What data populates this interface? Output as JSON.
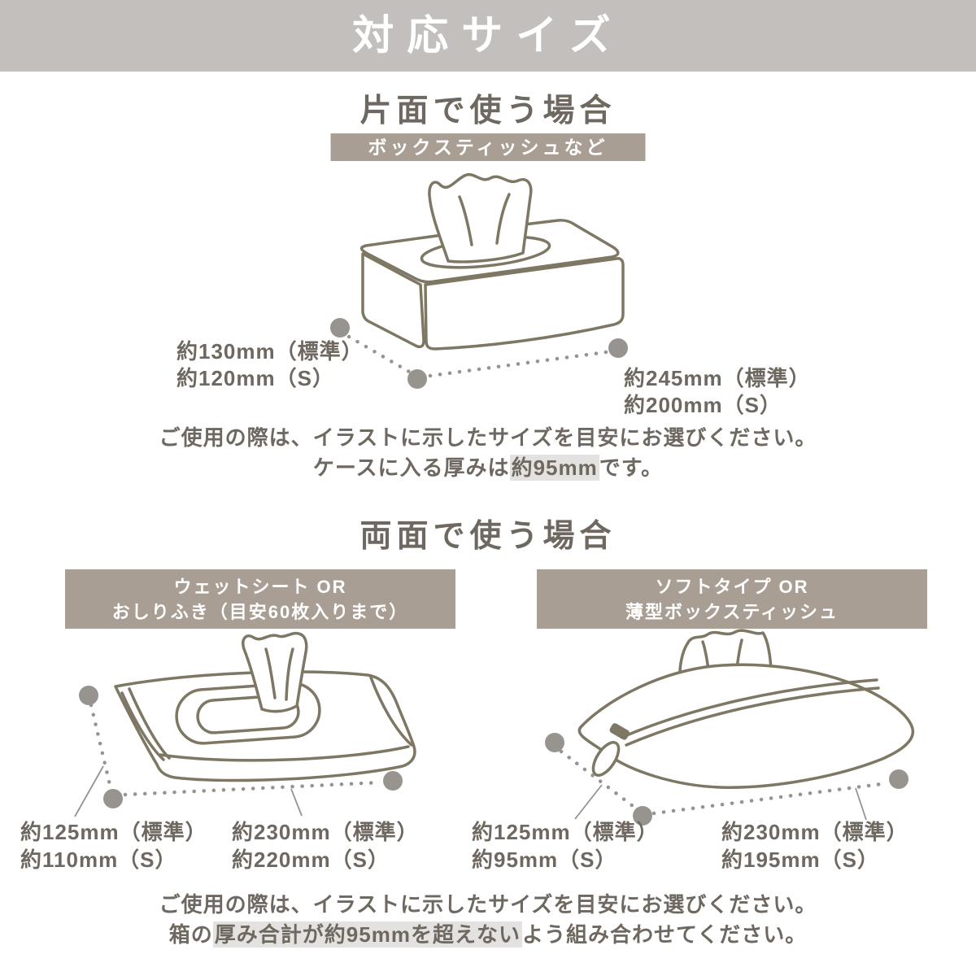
{
  "title": "対応サイズ",
  "one_side": {
    "heading": "片面で使う場合",
    "badge": "ボックスティッシュなど",
    "height_dims": [
      "約130mm（標準）",
      "約120mm（S）"
    ],
    "width_dims": [
      "約245mm（標準）",
      "約200mm（S）"
    ],
    "note_line1": "ご使用の際は、イラストに示したサイズを目安にお選びください。",
    "note_line2_pre": "ケースに入る厚みは",
    "note_line2_highlight": "約95mm",
    "note_line2_post": "です。"
  },
  "both_sides": {
    "heading": "両面で使う場合",
    "left_badge": [
      "ウェットシート OR",
      "おしりふき（目安60枚入りまで）"
    ],
    "right_badge": [
      "ソフトタイプ OR",
      "薄型ボックスティッシュ"
    ],
    "left_height_dims": [
      "約125mm（標準）",
      "約110mm（S）"
    ],
    "left_width_dims": [
      "約230mm（標準）",
      "約220mm（S）"
    ],
    "right_height_dims": [
      "約125mm（標準）",
      "約95mm（S）"
    ],
    "right_width_dims": [
      "約230mm（標準）",
      "約195mm（S）"
    ],
    "note_line1": "ご使用の際は、イラストに示したサイズを目安にお選びください。",
    "note_line2_pre": "箱の",
    "note_line2_highlight": "厚み合計が約95mmを超えない",
    "note_line2_post": "よう組み合わせてください。"
  },
  "illustrations": {
    "box_tissue": "box-tissue-illustration",
    "wet_sheet": "wet-sheet-pack-illustration",
    "soft_pack": "soft-pack-illustration"
  },
  "colors": {
    "header_bg": "#c2bfbc",
    "badge_bg": "#a89e93",
    "text": "#6e6861",
    "line_art": "#7d7763",
    "marker": "#97948f",
    "highlight_bg": "#e4e2e0"
  }
}
